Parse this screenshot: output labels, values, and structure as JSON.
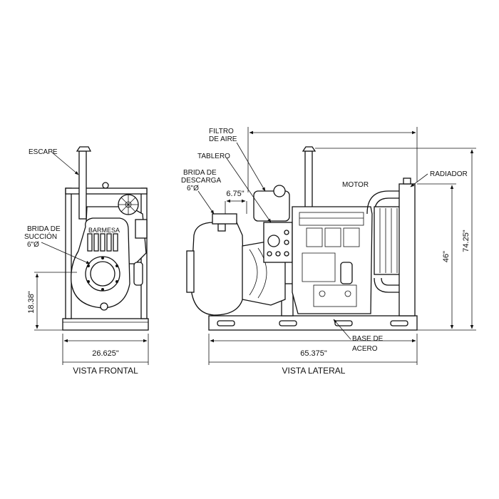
{
  "labels": {
    "escape": "ESCAPE",
    "brida_succion": [
      "BRIDA DE",
      "SUCCIÓN",
      "6\"Ø"
    ],
    "barmesa": "BARMESA",
    "filtro_aire": [
      "FILTRO",
      "DE AIRE"
    ],
    "tablero": "TABLERO",
    "brida_descarga": [
      "BRIDA DE",
      "DESCARGA",
      "6\"Ø"
    ],
    "motor": "MOTOR",
    "radiador": "RADIADOR",
    "base_acero": [
      "BASE DE",
      "ACERO"
    ]
  },
  "dimensions": {
    "front_width": "26.625\"",
    "front_suction_height": "18.38\"",
    "discharge_offset": "6.75\"",
    "side_length": "65.375\"",
    "height_46": "46\"",
    "total_height": "74.25\""
  },
  "views": {
    "front": "VISTA FRONTAL",
    "side": "VISTA LATERAL"
  }
}
